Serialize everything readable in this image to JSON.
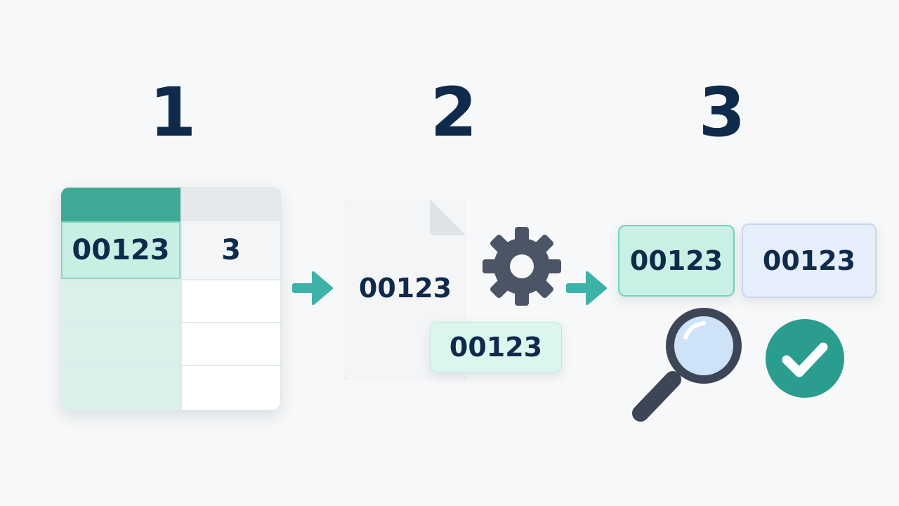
{
  "steps": [
    {
      "number": "1"
    },
    {
      "number": "2"
    },
    {
      "number": "3"
    }
  ],
  "spreadsheet": {
    "cell_a": "00123",
    "cell_b": "3"
  },
  "document": {
    "value": "00123",
    "chip_value": "00123"
  },
  "result": {
    "value_left": "00123",
    "value_right": "00123"
  },
  "icons": {
    "arrow": "arrow-right-icon",
    "gear": "gear-icon",
    "magnifier": "magnifier-icon",
    "check": "check-circle-icon"
  },
  "colors": {
    "ink": "#0f2a4a",
    "teal": "#3eaa96",
    "teal_light": "#c7efe4",
    "arrow": "#3cb2a8",
    "gear": "#4b5566",
    "check": "#2a9d8f"
  }
}
